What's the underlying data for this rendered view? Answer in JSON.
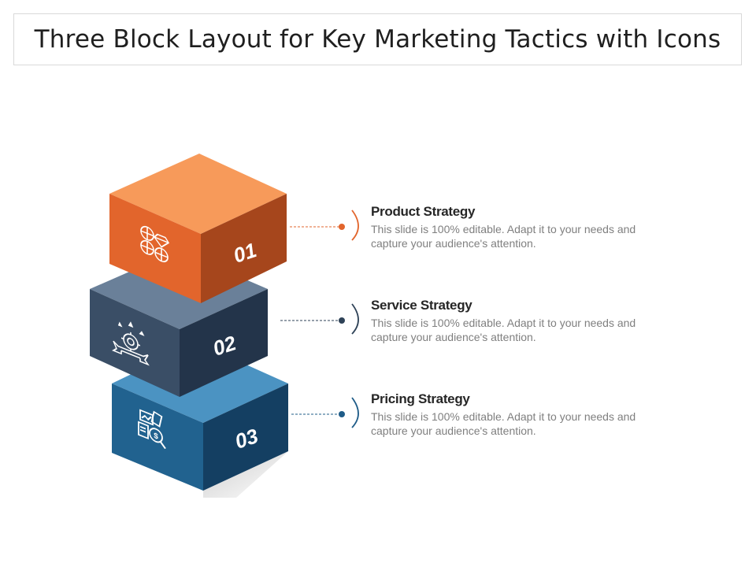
{
  "title": "Three Block Layout for Key Marketing Tactics with Icons",
  "blocks": [
    {
      "number": "01",
      "icon": "globes-diamonds-icon",
      "colors": {
        "top": "#f79a5a",
        "front": "#e2652c",
        "side": "#a6461c"
      },
      "accent": "#e2652c"
    },
    {
      "number": "02",
      "icon": "gear-stars-ribbon-icon",
      "colors": {
        "top": "#6a8099",
        "front": "#3a4e66",
        "side": "#23344a"
      },
      "accent": "#2e4257"
    },
    {
      "number": "03",
      "icon": "finance-documents-icon",
      "colors": {
        "top": "#4b93c2",
        "front": "#21628f",
        "side": "#143f62"
      },
      "accent": "#1f5c88"
    }
  ],
  "items": [
    {
      "heading": "Product Strategy",
      "text": "This slide is 100% editable. Adapt it to your needs and capture your audience's attention."
    },
    {
      "heading": "Service Strategy",
      "text": "This slide is 100% editable. Adapt it to your needs and capture your audience's attention."
    },
    {
      "heading": "Pricing Strategy",
      "text": "This slide is 100% editable. Adapt it to your needs and capture your audience's attention."
    }
  ]
}
